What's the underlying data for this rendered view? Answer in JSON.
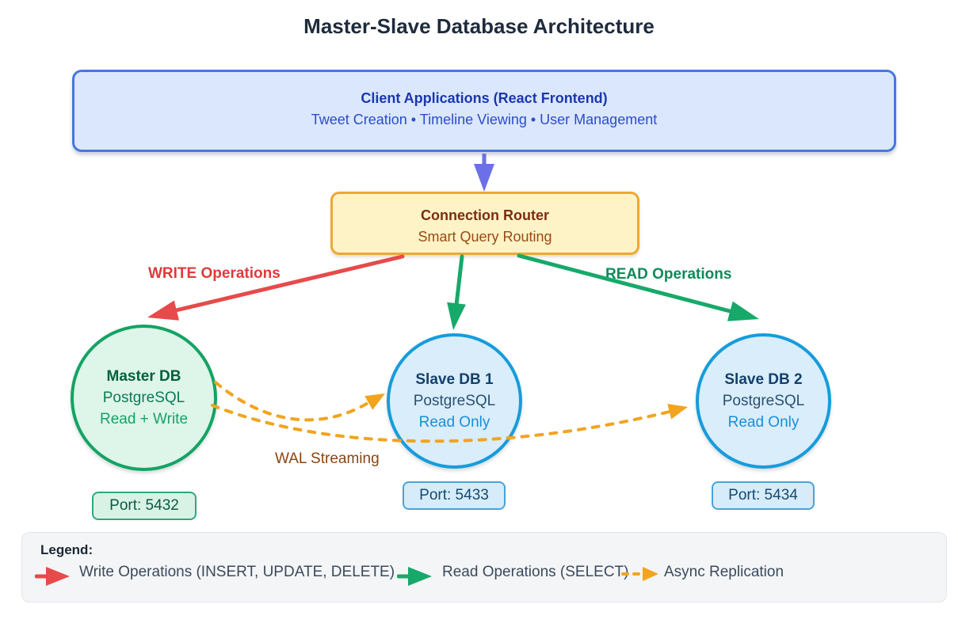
{
  "title": "Master-Slave Database Architecture",
  "client_box": {
    "heading": "Client Applications (React Frontend)",
    "subtext": "Tweet Creation • Timeline Viewing • User Management"
  },
  "router_box": {
    "heading": "Connection Router",
    "subtext": "Smart Query Routing"
  },
  "edges": {
    "write_label": "WRITE Operations",
    "read_label": "READ Operations",
    "wal_label": "WAL Streaming"
  },
  "databases": [
    {
      "name": "Master DB",
      "engine": "PostgreSQL",
      "mode": "Read + Write",
      "port_label": "Port: 5432"
    },
    {
      "name": "Slave DB 1",
      "engine": "PostgreSQL",
      "mode": "Read Only",
      "port_label": "Port: 5433"
    },
    {
      "name": "Slave DB 2",
      "engine": "PostgreSQL",
      "mode": "Read Only",
      "port_label": "Port: 5434"
    }
  ],
  "legend": {
    "heading": "Legend:",
    "items": [
      {
        "label": "Write Operations (INSERT, UPDATE, DELETE)",
        "icon": "write-arrow-icon",
        "color": "#e74a4a"
      },
      {
        "label": "Read Operations (SELECT)",
        "icon": "read-arrow-icon",
        "color": "#17a96a"
      },
      {
        "label": "Async Replication",
        "icon": "async-replication-arrow-icon",
        "color": "#f2a41e"
      }
    ]
  },
  "colors": {
    "client_fill": "#dbe7fd",
    "client_border": "#4678dd",
    "router_fill": "#fdf3c7",
    "router_border": "#efa832",
    "master_fill": "#def5e9",
    "master_border": "#14a364",
    "slave_fill": "#d9edfb",
    "slave_border": "#169cdb",
    "write_red": "#e74a4a",
    "read_green": "#17a96a",
    "replication_orange": "#f2a41e",
    "client_arrow_indigo": "#6b70e8"
  }
}
